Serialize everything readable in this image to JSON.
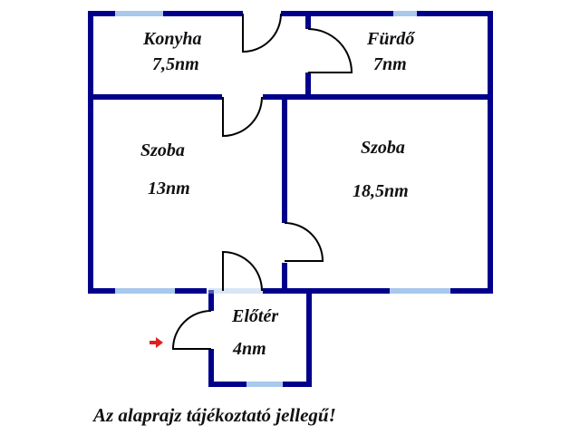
{
  "colors": {
    "wall": "#00008b",
    "window": "#a8c8ec",
    "door": "#000000",
    "arrow": "#e02020",
    "text": "#111111",
    "background": "#ffffff"
  },
  "rooms": [
    {
      "id": "konyha",
      "name": "Konyha",
      "area": "7,5nm"
    },
    {
      "id": "furdo",
      "name": "Fürdő",
      "area": "7nm"
    },
    {
      "id": "szoba-left",
      "name": "Szoba",
      "area": "13nm"
    },
    {
      "id": "szoba-right",
      "name": "Szoba",
      "area": "18,5nm"
    },
    {
      "id": "eloter",
      "name": "Előtér",
      "area": "4nm"
    }
  ],
  "entrance_icon": "arrow-right-icon",
  "note": "Az alaprajz tájékoztató jellegű!"
}
